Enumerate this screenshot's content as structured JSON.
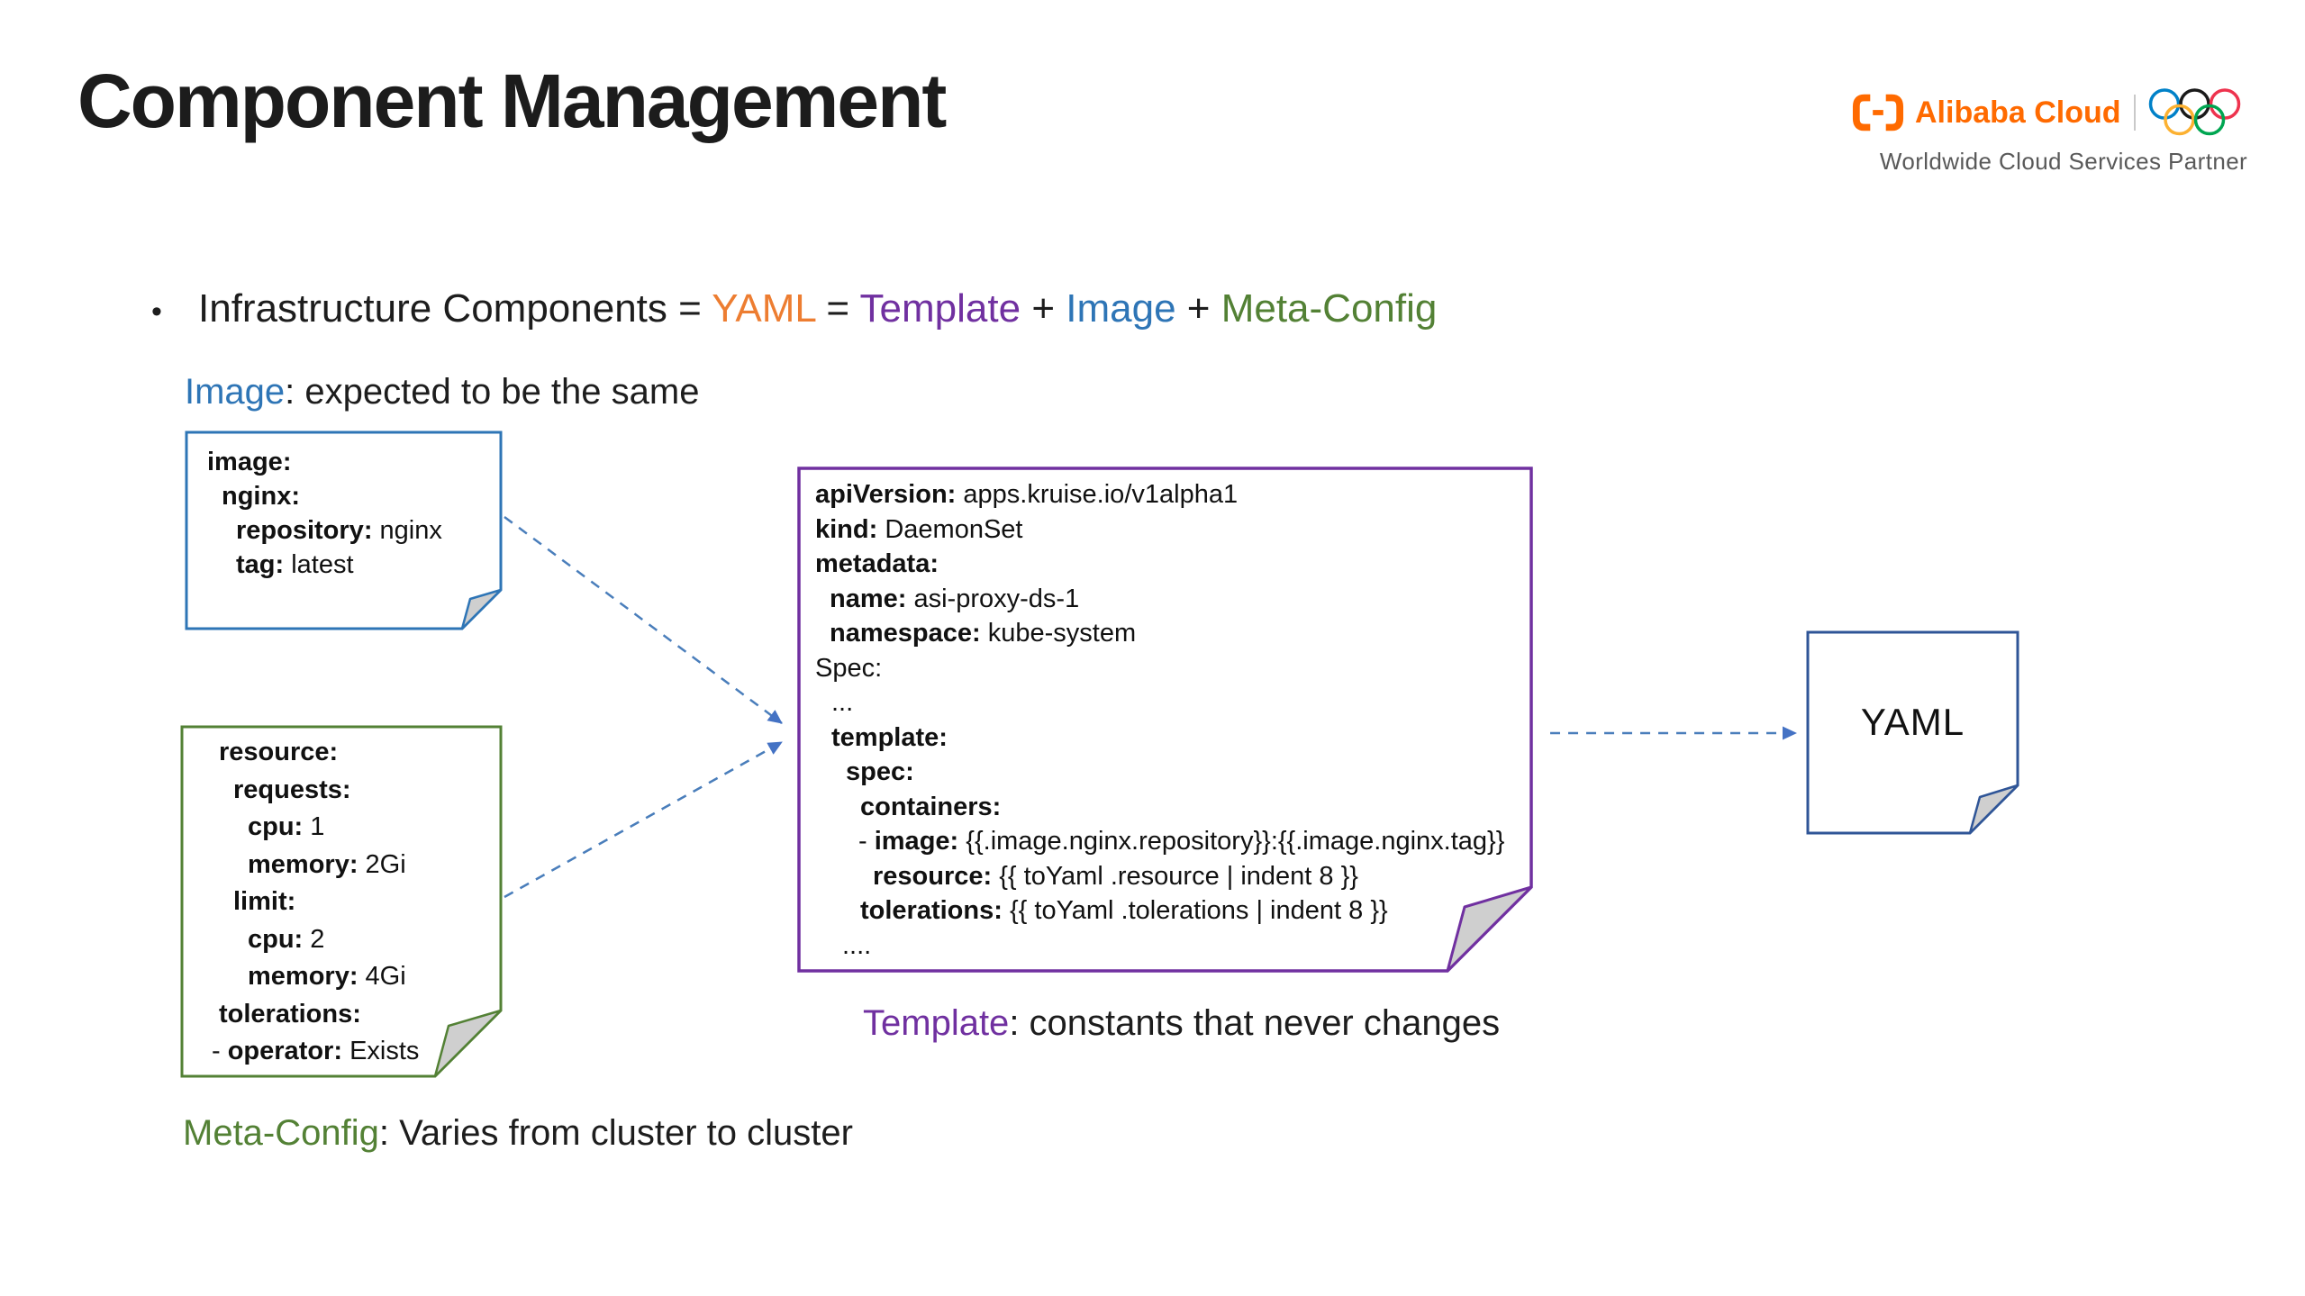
{
  "title": "Component Management",
  "logo": {
    "brand": "Alibaba Cloud",
    "brand_color": "#FF6A00",
    "tagline": "Worldwide Cloud Services Partner",
    "rings": [
      "#0081C8",
      "#1A1A1A",
      "#EE334E",
      "#FCB131",
      "#00A651"
    ]
  },
  "bullet": {
    "marker": "•",
    "segments": [
      {
        "t": "Infrastructure Components = ",
        "c": "#1d1d1d"
      },
      {
        "t": "YAML",
        "c": "#ED7D31"
      },
      {
        "t": " = ",
        "c": "#1d1d1d"
      },
      {
        "t": "Template",
        "c": "#7030A0"
      },
      {
        "t": " + ",
        "c": "#1d1d1d"
      },
      {
        "t": "Image",
        "c": "#2E75B6"
      },
      {
        "t": " + ",
        "c": "#1d1d1d"
      },
      {
        "t": "Meta-Config",
        "c": "#538135"
      }
    ]
  },
  "captions": {
    "image": {
      "label": "Image",
      "label_color": "#2E75B6",
      "rest": ": expected to be the same"
    },
    "template": {
      "label": "Template",
      "label_color": "#7030A0",
      "rest": ": constants that never changes"
    },
    "meta_config": {
      "label": "Meta-Config",
      "label_color": "#538135",
      "rest": ": Varies from cluster to cluster"
    }
  },
  "notes": {
    "image_note": {
      "border_color": "#2E75B6",
      "lines": [
        {
          "ind": 0,
          "seg": [
            {
              "t": "image:",
              "b": true
            }
          ]
        },
        {
          "ind": 16,
          "seg": [
            {
              "t": "nginx:",
              "b": true
            }
          ]
        },
        {
          "ind": 32,
          "seg": [
            {
              "t": "repository:",
              "b": true
            },
            {
              "t": " nginx"
            }
          ]
        },
        {
          "ind": 32,
          "seg": [
            {
              "t": "tag:",
              "b": true
            },
            {
              "t": " latest"
            }
          ]
        }
      ]
    },
    "meta_note": {
      "border_color": "#538135",
      "lines": [
        {
          "ind": 8,
          "seg": [
            {
              "t": "resource:",
              "b": true
            }
          ]
        },
        {
          "ind": 24,
          "seg": [
            {
              "t": "requests:",
              "b": true
            }
          ]
        },
        {
          "ind": 40,
          "seg": [
            {
              "t": "cpu:",
              "b": true
            },
            {
              "t": " 1"
            }
          ]
        },
        {
          "ind": 40,
          "seg": [
            {
              "t": "memory:",
              "b": true
            },
            {
              "t": " 2Gi"
            }
          ]
        },
        {
          "ind": 24,
          "seg": [
            {
              "t": "limit:",
              "b": true
            }
          ]
        },
        {
          "ind": 40,
          "seg": [
            {
              "t": "cpu:",
              "b": true
            },
            {
              "t": " 2"
            }
          ]
        },
        {
          "ind": 40,
          "seg": [
            {
              "t": "memory:",
              "b": true
            },
            {
              "t": " 4Gi"
            }
          ]
        },
        {
          "ind": 8,
          "seg": [
            {
              "t": "tolerations:",
              "b": true
            }
          ]
        },
        {
          "ind": 0,
          "seg": [
            {
              "t": "- "
            },
            {
              "t": "operator:",
              "b": true
            },
            {
              "t": " Exists"
            }
          ]
        }
      ]
    },
    "template_note": {
      "border_color": "#7030A0",
      "lines": [
        {
          "ind": 0,
          "seg": [
            {
              "t": "apiVersion:",
              "b": true
            },
            {
              "t": " apps.kruise.io/v1alpha1"
            }
          ]
        },
        {
          "ind": 0,
          "seg": [
            {
              "t": "kind:",
              "b": true
            },
            {
              "t": " DaemonSet"
            }
          ]
        },
        {
          "ind": 0,
          "seg": [
            {
              "t": "metadata:",
              "b": true
            }
          ]
        },
        {
          "ind": 16,
          "seg": [
            {
              "t": "name:",
              "b": true
            },
            {
              "t": " asi-proxy-ds-1"
            }
          ]
        },
        {
          "ind": 16,
          "seg": [
            {
              "t": "namespace:",
              "b": true
            },
            {
              "t": " kube-system"
            }
          ]
        },
        {
          "ind": 0,
          "seg": [
            {
              "t": "Spec:"
            }
          ]
        },
        {
          "ind": 18,
          "seg": [
            {
              "t": "..."
            }
          ]
        },
        {
          "ind": 18,
          "seg": [
            {
              "t": "template:",
              "b": true
            }
          ]
        },
        {
          "ind": 34,
          "seg": [
            {
              "t": "spec:",
              "b": true
            }
          ]
        },
        {
          "ind": 50,
          "seg": [
            {
              "t": "containers:",
              "b": true
            }
          ]
        },
        {
          "ind": 48,
          "seg": [
            {
              "t": "- "
            },
            {
              "t": "image:",
              "b": true
            },
            {
              "t": "  {{.image.nginx.repository}}:{{.image.nginx.tag}}"
            }
          ]
        },
        {
          "ind": 64,
          "seg": [
            {
              "t": "resource:",
              "b": true
            },
            {
              "t": " {{ toYaml .resource | indent 8 }}"
            }
          ]
        },
        {
          "ind": 50,
          "seg": [
            {
              "t": "tolerations:",
              "b": true
            },
            {
              "t": " {{ toYaml .tolerations | indent 8 }}"
            }
          ]
        },
        {
          "ind": 30,
          "seg": [
            {
              "t": "...."
            }
          ]
        }
      ]
    },
    "yaml_note": {
      "border_color": "#2F5597",
      "label": "YAML"
    }
  },
  "arrows": {
    "color": "#4472C4",
    "line_color": "#4a7ebb",
    "style": "dashed"
  },
  "fold_color": "#cfcfcf"
}
